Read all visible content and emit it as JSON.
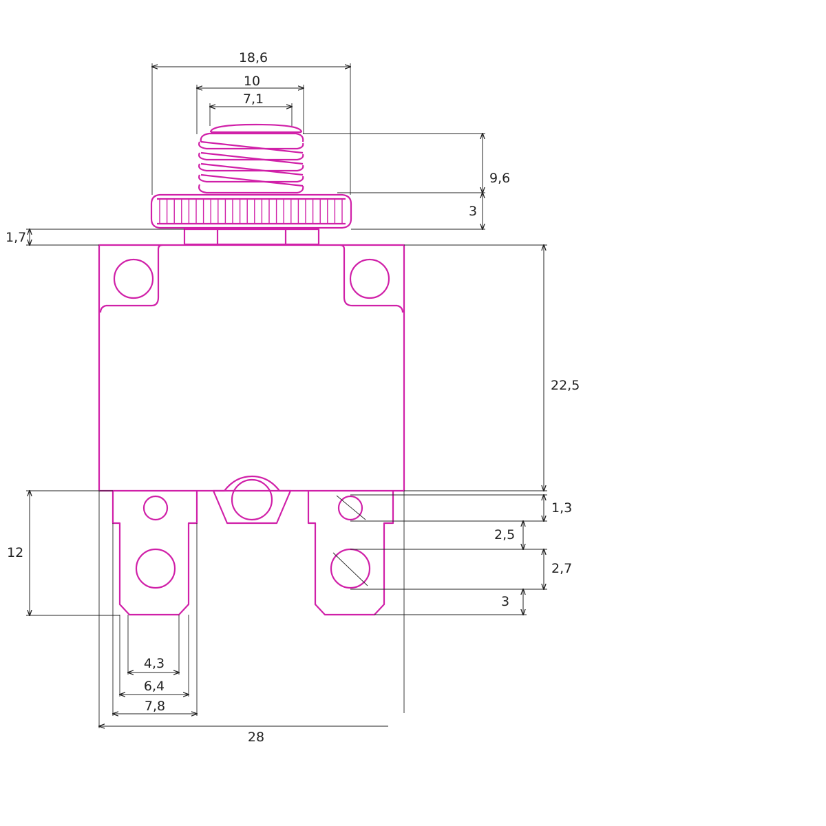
{
  "colors": {
    "part_stroke": "#d020a8",
    "dimension_line": "#222222",
    "background": "#ffffff"
  },
  "dimensions": {
    "knurl_nut_width": "18,6",
    "thread_outer_width": "10",
    "thread_inner_width": "7,1",
    "thread_height": "9,6",
    "nut_height": "3",
    "collar_height": "1,7",
    "body_height": "22,5",
    "hole_offset_top": "1,3",
    "hole_gap": "2,5",
    "hole_diameter": "2,7",
    "tip_offset": "3",
    "terminal_length": "12",
    "tip_width": "4,3",
    "tip_outer_width": "6,4",
    "terminal_width": "7,8",
    "body_width": "28"
  }
}
